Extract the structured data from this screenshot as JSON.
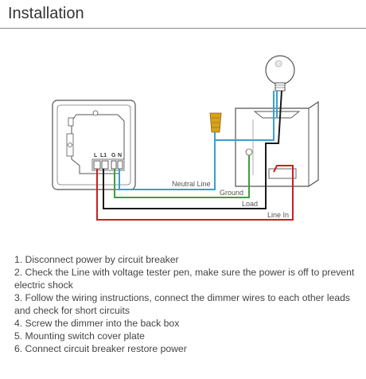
{
  "header": {
    "title": "Installation"
  },
  "diagram": {
    "terminals": [
      "L",
      "L1",
      "G",
      "N"
    ],
    "wire_labels": {
      "neutral": "Neutral Line",
      "ground": "Ground",
      "load": "Load",
      "line_in": "Line In"
    },
    "colors": {
      "neutral": "#3a9fd0",
      "ground": "#3f9e3f",
      "load": "#1a1a1a",
      "line_in": "#c82020",
      "connector": "#d9a21a"
    }
  },
  "steps": [
    "1. Disconnect power by circuit breaker",
    "2. Check the Line with voltage tester pen, make sure the power is off to prevent electric shock",
    "3. Follow the wiring instructions, connect the dimmer wires to each other leads and check for short circuits",
    "4. Screw the dimmer into the back box",
    "5. Mounting switch cover plate",
    "6. Connect circuit breaker restore power"
  ]
}
